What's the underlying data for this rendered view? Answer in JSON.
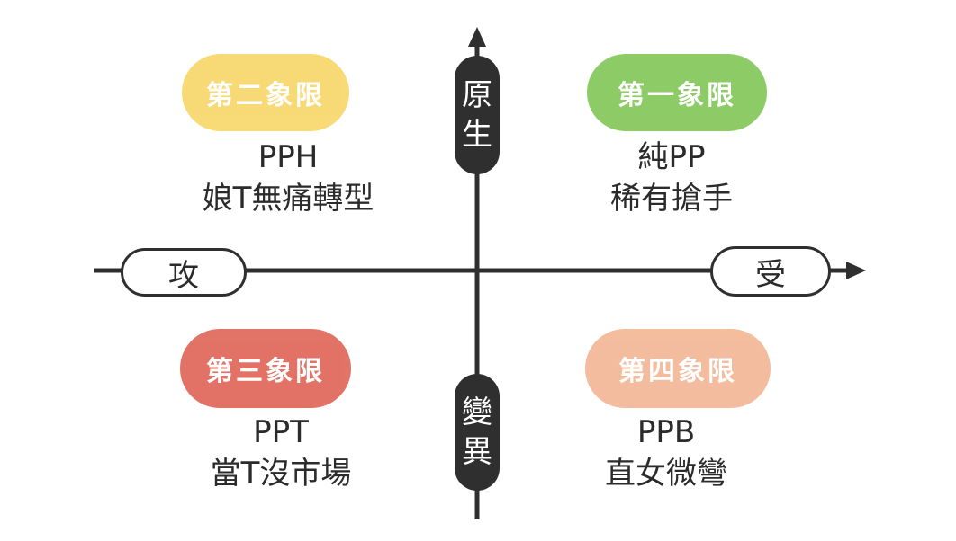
{
  "colors": {
    "q1": "#84c75a",
    "q2": "#f7d76b",
    "q3": "#e0675a",
    "q4": "#f2b796",
    "axis": "#2f2f2f"
  },
  "axis": {
    "top_chars": [
      "原",
      "生"
    ],
    "bottom_chars": [
      "變",
      "異"
    ],
    "left_label": "攻",
    "right_label": "受"
  },
  "quadrants": {
    "q1": {
      "label": "第一象限",
      "line1": "純PP",
      "line2": "稀有搶手"
    },
    "q2": {
      "label": "第二象限",
      "line1": "PPH",
      "line2": "娘T無痛轉型"
    },
    "q3": {
      "label": "第三象限",
      "line1": "PPT",
      "line2": "當T沒市場"
    },
    "q4": {
      "label": "第四象限",
      "line1": "PPB",
      "line2": "直女微彎"
    }
  }
}
